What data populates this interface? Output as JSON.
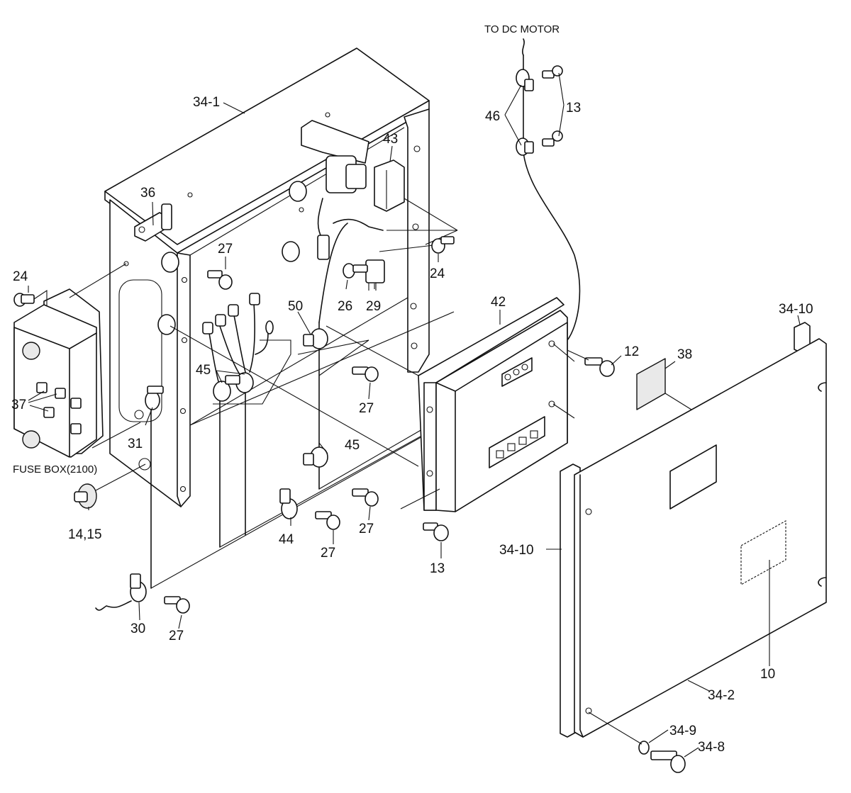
{
  "labels": {
    "to_dc_motor": "TO DC MOTOR",
    "fuse_box": "FUSE BOX(2100)",
    "p34_1": "34-1",
    "p36": "36",
    "p27": "27",
    "p24": "24",
    "p37": "37",
    "p31": "31",
    "p14_15": "14,15",
    "p45": "45",
    "p50": "50",
    "p26": "26",
    "p29": "29",
    "p43": "43",
    "p46": "46",
    "p13": "13",
    "p42": "42",
    "p12": "12",
    "p38": "38",
    "p34_10": "34-10",
    "p44": "44",
    "p30": "30",
    "p10": "10",
    "p34_2": "34-2",
    "p34_9": "34-9",
    "p34_8": "34-8"
  }
}
